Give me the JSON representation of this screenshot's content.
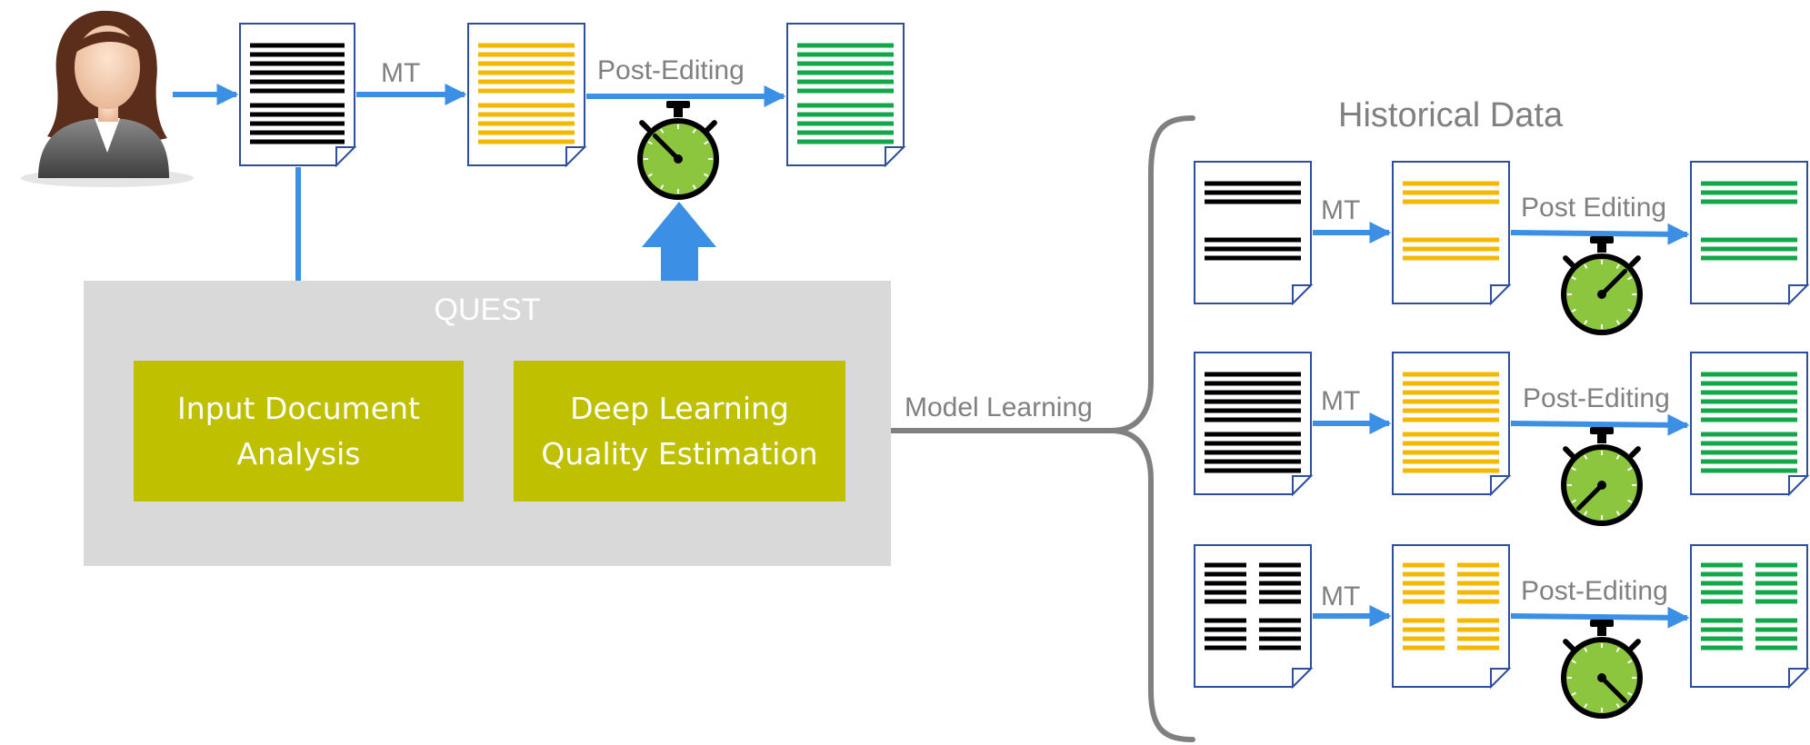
{
  "top_flow": {
    "mt_label": "MT",
    "post_editing_label": "Post-Editing"
  },
  "quest": {
    "title": "QUEST",
    "input_analysis": [
      "Input Document",
      "Analysis"
    ],
    "deep_learning": [
      "Deep Learning",
      "Quality Estimation"
    ]
  },
  "model_learning_label": "Model Learning",
  "historical": {
    "title": "Historical Data",
    "rows": [
      {
        "mt_label": "MT",
        "post_editing_label": "Post Editing"
      },
      {
        "mt_label": "MT",
        "post_editing_label": "Post-Editing"
      },
      {
        "mt_label": "MT",
        "post_editing_label": "Post-Editing"
      }
    ]
  },
  "colors": {
    "flow_arrow": "#3b8fe5",
    "source_text": "#000000",
    "mt_text": "#f5b800",
    "post_edit_text": "#12a84a",
    "doc_border": "#2e4f9e",
    "quest_panel": "#d9d9d9",
    "module_box": "#bfc000",
    "stopwatch_face": "#8cc63f",
    "label_gray": "#808080"
  },
  "icons": [
    "user-avatar-icon",
    "document-icon",
    "stopwatch-icon",
    "curly-brace-icon"
  ]
}
